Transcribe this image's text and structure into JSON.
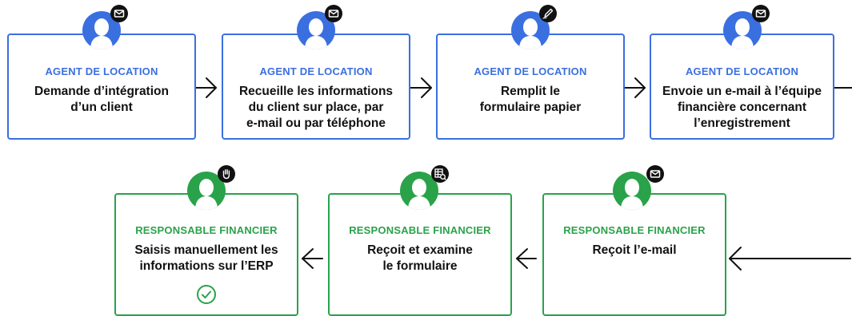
{
  "colors": {
    "blue": "#3a6fe0",
    "green": "#2aa24a",
    "text": "#111111"
  },
  "top_row": [
    {
      "role": "AGENT DE LOCATION",
      "text": "Demande d’intégration\nd’un client",
      "badge_icon": "mail-icon"
    },
    {
      "role": "AGENT DE LOCATION",
      "text": "Recueille les informations\ndu client sur place, par\ne-mail ou par téléphone",
      "badge_icon": "mail-icon"
    },
    {
      "role": "AGENT DE LOCATION",
      "text": "Remplit le\nformulaire papier",
      "badge_icon": "pen-icon"
    },
    {
      "role": "AGENT DE LOCATION",
      "text": "Envoie un e-mail à l’équipe\nfinancière concernant\nl’enregistrement",
      "badge_icon": "mail-icon"
    }
  ],
  "bottom_row": [
    {
      "role": "RESPONSABLE FINANCIER",
      "text": "Saisis manuellement les\ninformations sur l’ERP",
      "badge_icon": "hand-icon",
      "status_icon": "check-circle-icon"
    },
    {
      "role": "RESPONSABLE FINANCIER",
      "text": "Reçoit et examine\nle formulaire",
      "badge_icon": "table-review-icon"
    },
    {
      "role": "RESPONSABLE FINANCIER",
      "text": "Reçoit l’e-mail",
      "badge_icon": "mail-icon"
    }
  ]
}
